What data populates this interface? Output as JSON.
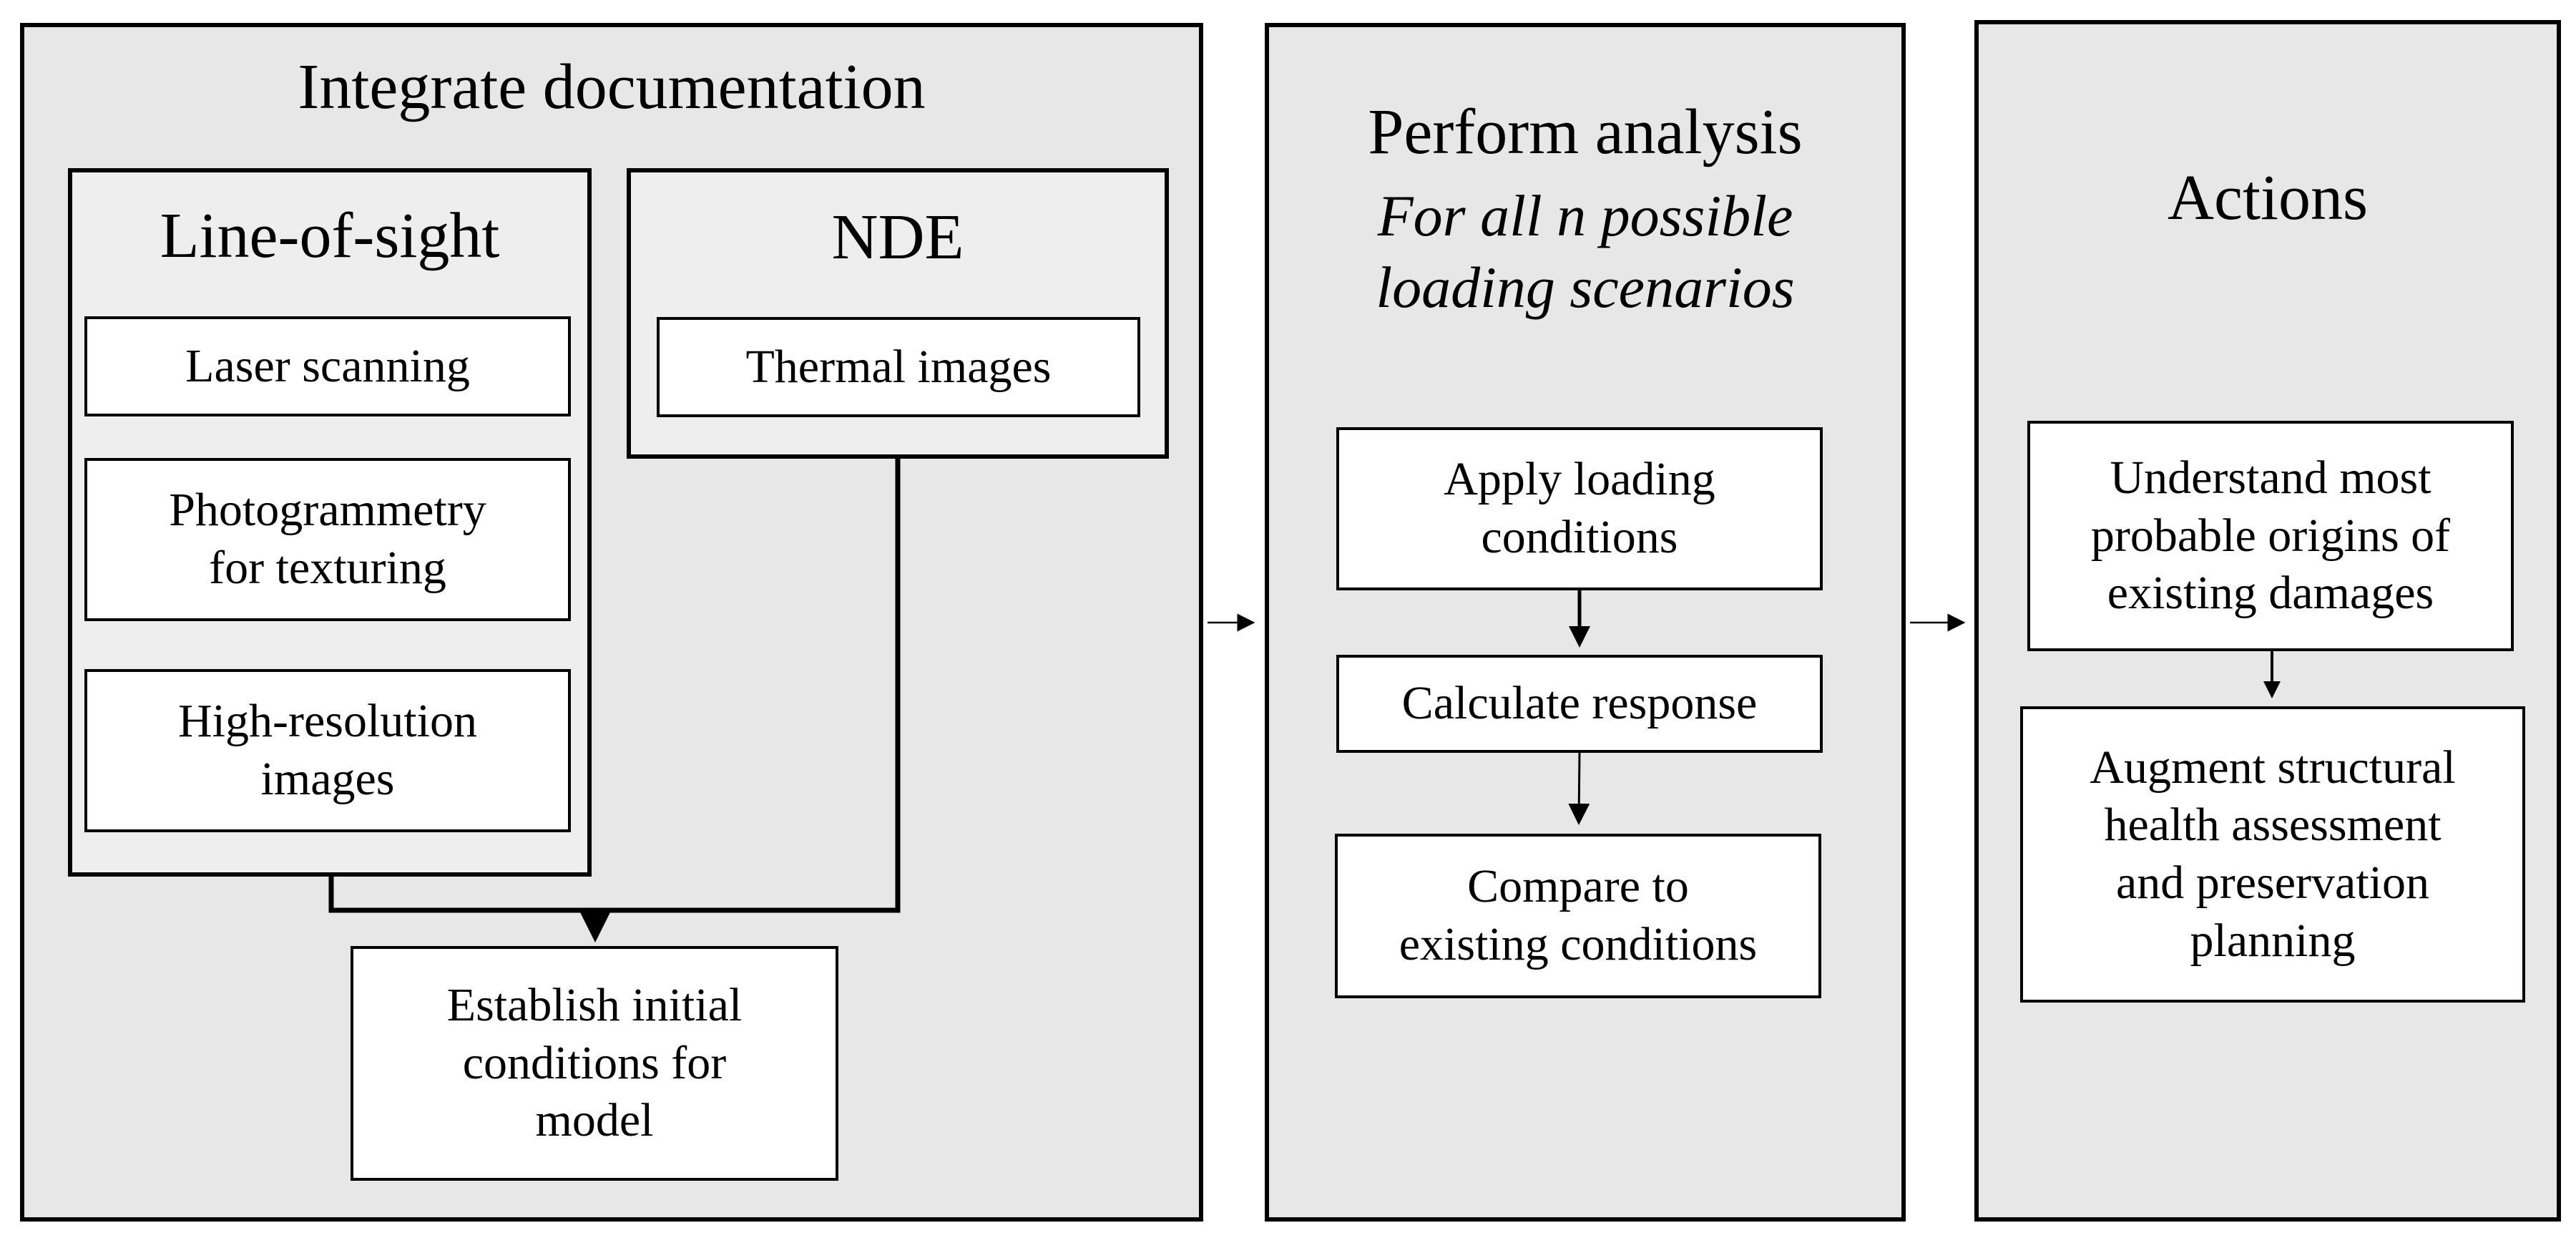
{
  "panels": {
    "integrate": {
      "title": "Integrate documentation",
      "line_of_sight": {
        "title": "Line-of-sight",
        "items": [
          "Laser scanning",
          "Photogrammetry\nfor texturing",
          "High-resolution\nimages"
        ]
      },
      "nde": {
        "title": "NDE",
        "items": [
          "Thermal images"
        ]
      },
      "establish": "Establish initial\nconditions for\nmodel"
    },
    "analysis": {
      "title": "Perform analysis",
      "subtitle": "For all n possible\nloading scenarios",
      "steps": [
        "Apply loading\nconditions",
        "Calculate response",
        "Compare to\nexisting conditions"
      ]
    },
    "actions": {
      "title": "Actions",
      "steps": [
        "Understand most\nprobable origins of\nexisting damages",
        "Augment structural\nhealth assessment\nand preservation\nplanning"
      ]
    }
  },
  "colors": {
    "panel_fill": "#e7e7e7",
    "box_fill": "#ffffff",
    "stroke": "#000000"
  }
}
